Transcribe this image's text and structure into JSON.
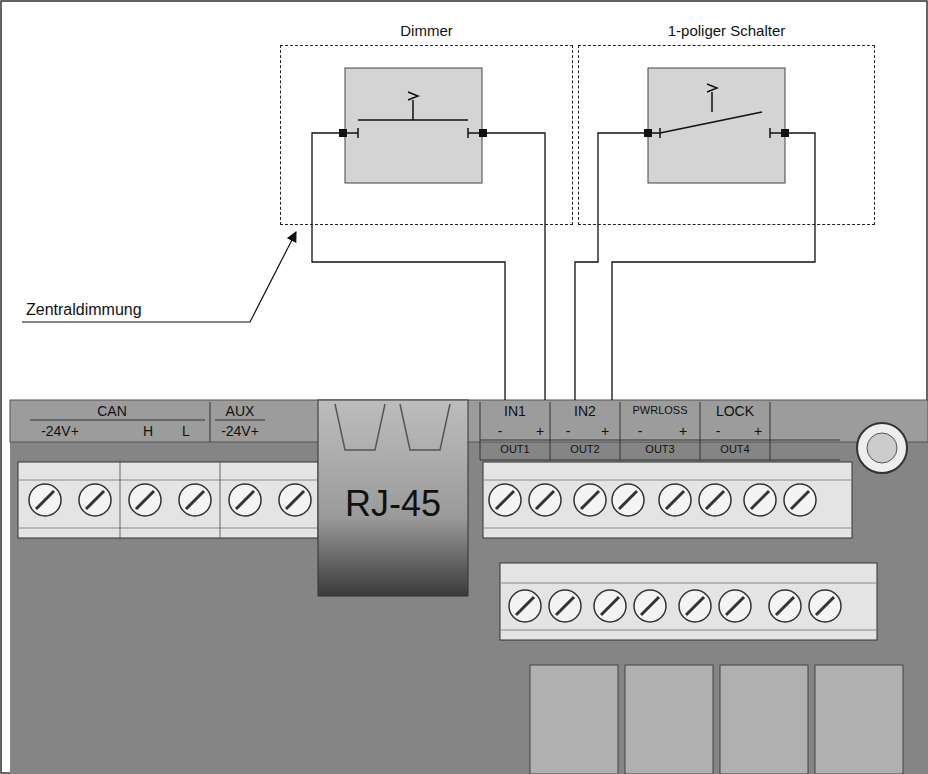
{
  "diagram": {
    "nodes": [
      {
        "text": [
          "Dimmer"
        ]
      },
      {
        "text": [
          "1-poliger Schalter"
        ]
      }
    ],
    "labels": [
      "Zentraldimmung",
      "CAN",
      "-24V+",
      "H",
      "L",
      "AUX",
      "-24V+",
      "RJ-45",
      "IN1",
      "-",
      "+",
      "IN2",
      "-",
      "+",
      "PWRLOSS",
      "-",
      "+",
      "LOCK",
      "-",
      "+",
      "OUT1",
      "OUT2",
      "OUT3",
      "OUT4"
    ]
  }
}
